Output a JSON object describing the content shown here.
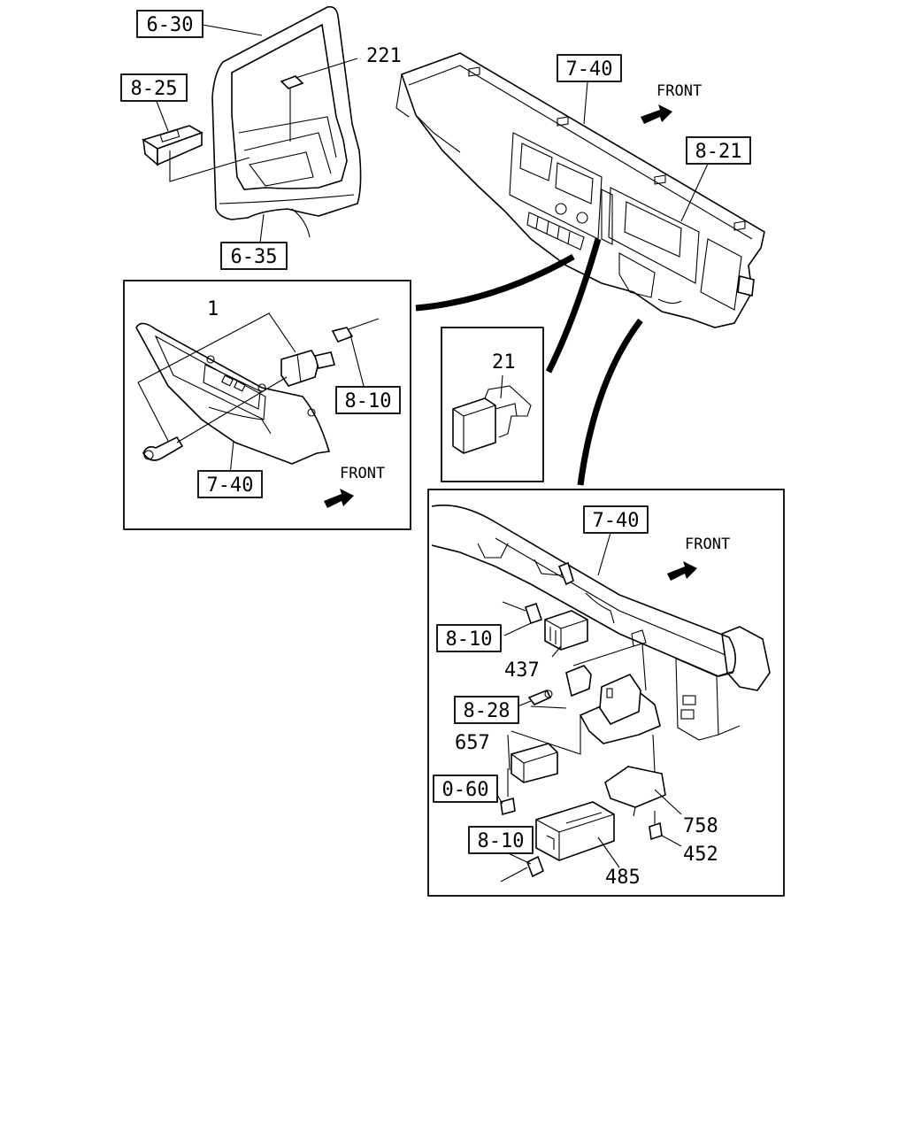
{
  "diagram": {
    "front_label": "FRONT",
    "ref_boxes": {
      "door": "6-30",
      "window_switch": "8-25",
      "door_trim": "6-35",
      "dash_panel": "7-40",
      "cluster": "8-21",
      "inset_a_panel": "7-40",
      "inset_a_harness": "8-10",
      "inset_c_panel": "7-40",
      "inset_c_harness_top": "8-10",
      "inset_c_bracket": "8-28",
      "inset_c_bolt": "0-60",
      "inset_c_harness_bottom": "8-10"
    },
    "part_numbers": {
      "door_mirror": "221",
      "switch_set": "1",
      "switch_21": "21",
      "relay_437": "437",
      "clip_657": "657",
      "bracket_758": "758",
      "bolt_452": "452",
      "unit_485": "485"
    }
  }
}
